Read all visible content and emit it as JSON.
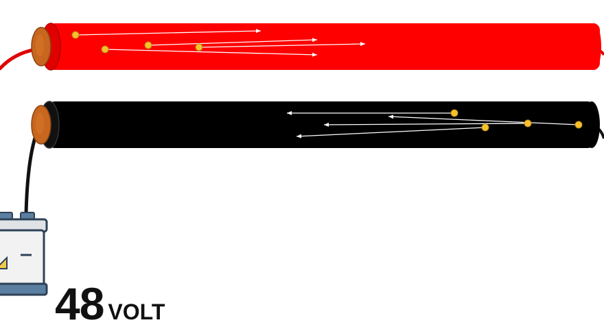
{
  "battery": {
    "voltage_value": "48",
    "voltage_unit": "VOLT"
  },
  "wires": [
    {
      "name": "positive",
      "color": "#ff0000",
      "electron_flow": "left-to-right"
    },
    {
      "name": "negative",
      "color": "#000000",
      "electron_flow": "right-to-left"
    }
  ],
  "colors": {
    "copper_core": "#c7661e",
    "electron": "#f6c12d",
    "arrow": "#ffffff",
    "battery_terminal": "#5b7fa0",
    "battery_body": "#f2f2f2",
    "battery_outline": "#2d4256"
  }
}
